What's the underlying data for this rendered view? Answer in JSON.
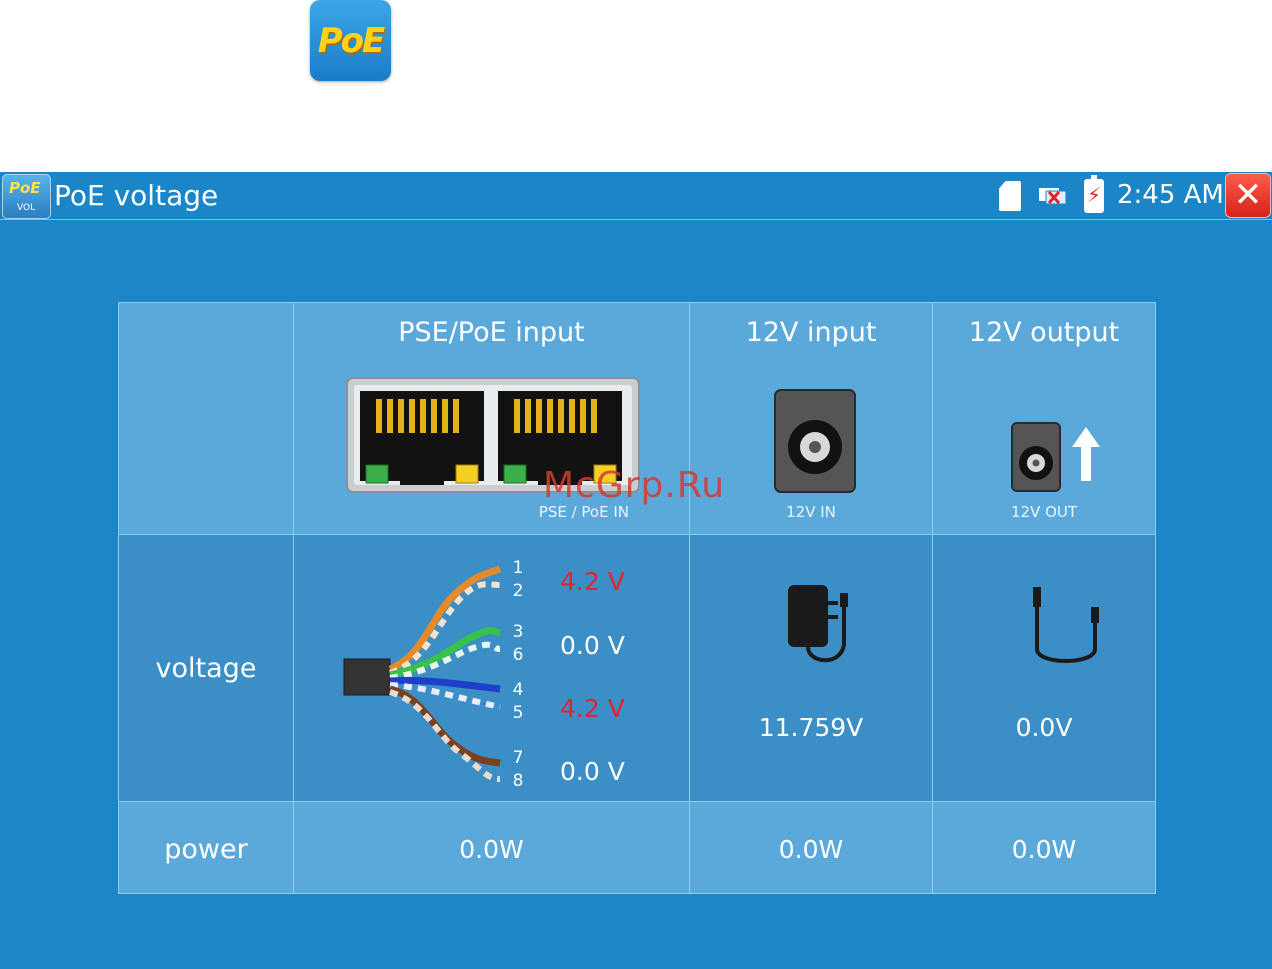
{
  "app_icon_label": "PoE",
  "titlebar": {
    "icon_label_top": "PoE",
    "icon_label_bottom": "VOL",
    "title": "PoE voltage",
    "clock": "2:45 AM"
  },
  "table": {
    "headers": [
      "PSE/PoE input",
      "12V input",
      "12V output"
    ],
    "port_labels": [
      "PSE / PoE IN",
      "12V IN",
      "12V OUT"
    ],
    "row_labels": {
      "voltage": "voltage",
      "power": "power"
    },
    "pairs": [
      {
        "pins": [
          "1",
          "2"
        ],
        "value": "4.2 V",
        "color": "#e3222a"
      },
      {
        "pins": [
          "3",
          "6"
        ],
        "value": "0.0 V",
        "color": "#ffffff"
      },
      {
        "pins": [
          "4",
          "5"
        ],
        "value": "4.2 V",
        "color": "#e3222a"
      },
      {
        "pins": [
          "7",
          "8"
        ],
        "value": "0.0 V",
        "color": "#ffffff"
      }
    ],
    "voltage_12v_in": "11.759V",
    "voltage_12v_out": "0.0V",
    "power": [
      "0.0W",
      "0.0W",
      "0.0W"
    ]
  },
  "watermark": "McGrp.Ru",
  "colors": {
    "screen_bg": "#1c86c7",
    "cell_light": "#5ba8da",
    "cell_dark": "#3c8ec6",
    "alert": "#e3222a"
  }
}
